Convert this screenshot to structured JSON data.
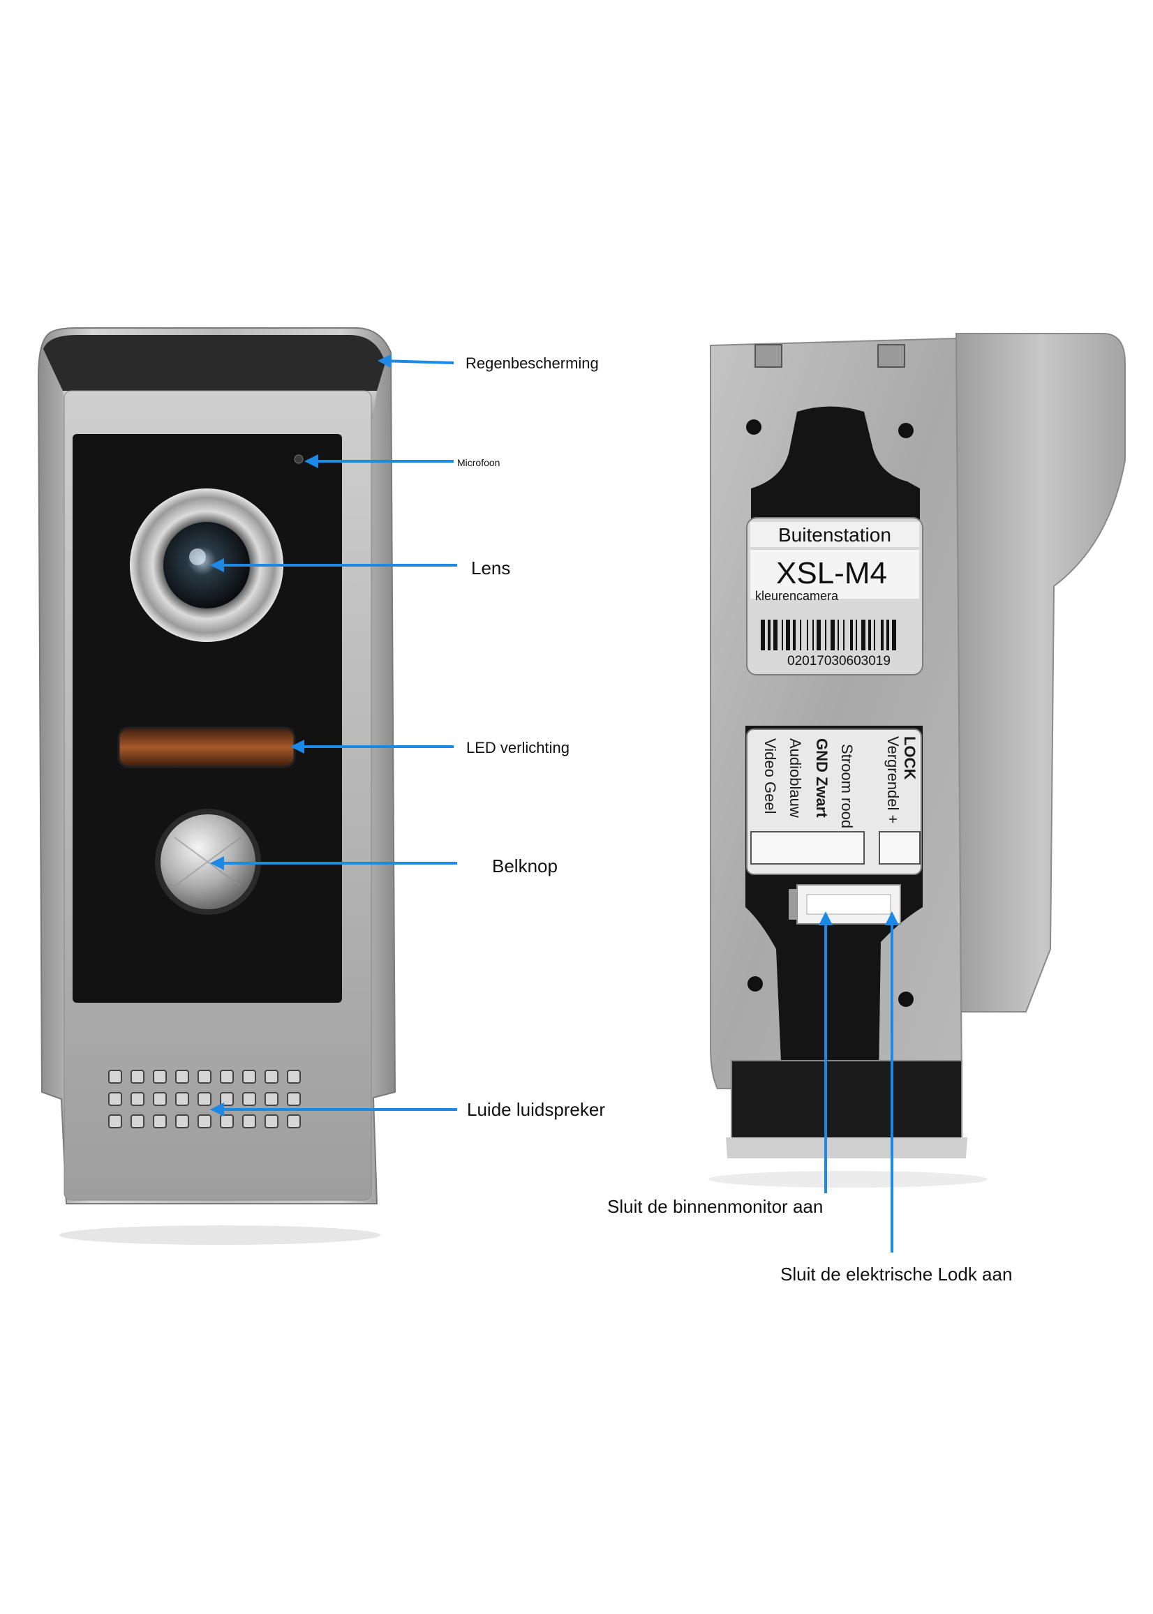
{
  "front_labels": {
    "rain_cover": "Regenbescherming",
    "microphone": "Microfoon",
    "lens": "Lens",
    "led": "LED verlichting",
    "bell": "Belknop",
    "speaker": "Luide luidspreker"
  },
  "sticker": {
    "title": "Buitenstation",
    "model": "XSL-M4",
    "subtitle": "kleurencamera",
    "barcode": "02017030603019"
  },
  "wiring": {
    "red": "Stroom rood",
    "black": "GND Zwart",
    "audio": "Audioblauw",
    "video": "Video Geel",
    "lock": "LOCK",
    "lock_plus": "Vergrendel +"
  },
  "back_labels": {
    "monitor": "Sluit de binnenmonitor aan",
    "lock": "Sluit de elektrische Lodk aan"
  },
  "colors": {
    "arrow": "#1e88e5",
    "panel_black": "#111111",
    "silver": "#bdbdbd"
  }
}
